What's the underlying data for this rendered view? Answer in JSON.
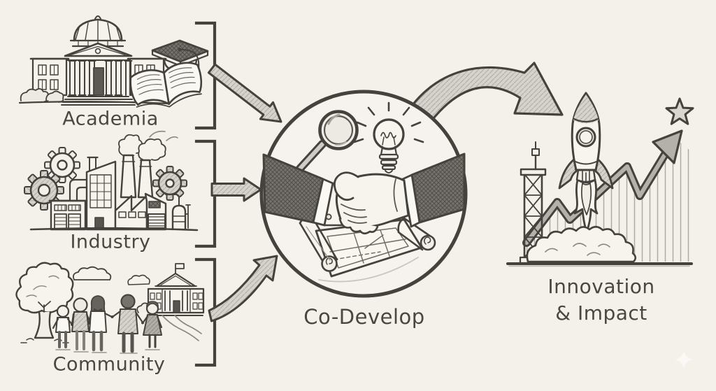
{
  "palette": {
    "background": "#f4f1ea",
    "ink": "#45423e",
    "pencil_light": "#d6d3cc",
    "pencil_mid": "#b4b1aa",
    "pencil_dark": "#76736d",
    "label_text": "#4a4743"
  },
  "diagram": {
    "style": "hand-drawn pencil sketch flowchart",
    "sources": [
      {
        "id": "academia",
        "label": "Academia",
        "icons": [
          "university-building-icon",
          "graduation-cap-icon",
          "open-book-icon"
        ]
      },
      {
        "id": "industry",
        "label": "Industry",
        "icons": [
          "factory-icon",
          "gear-icon",
          "smoke-icon"
        ]
      },
      {
        "id": "community",
        "label": "Community",
        "icons": [
          "tree-icon",
          "cloud-icon",
          "people-holding-hands-icon",
          "civic-building-icon"
        ]
      }
    ],
    "process": {
      "id": "codevelop",
      "label": "Co-Develop",
      "icons": [
        "magnifier-icon",
        "lightbulb-icon",
        "handshake-icon",
        "blueprint-scroll-icon"
      ]
    },
    "outcome": {
      "id": "innovation-impact",
      "label_line1": "Innovation",
      "label_line2": "& Impact",
      "icons": [
        "launch-tower-icon",
        "rocket-icon",
        "flame-icon",
        "smoke-cloud-icon",
        "growth-arrow-icon",
        "star-icon"
      ]
    },
    "connectors": [
      "bracket-academia",
      "bracket-industry",
      "bracket-community",
      "arrow-academia-to-codevelop",
      "arrow-industry-to-codevelop",
      "arrow-community-to-codevelop",
      "curved-arrow-codevelop-to-impact"
    ]
  }
}
